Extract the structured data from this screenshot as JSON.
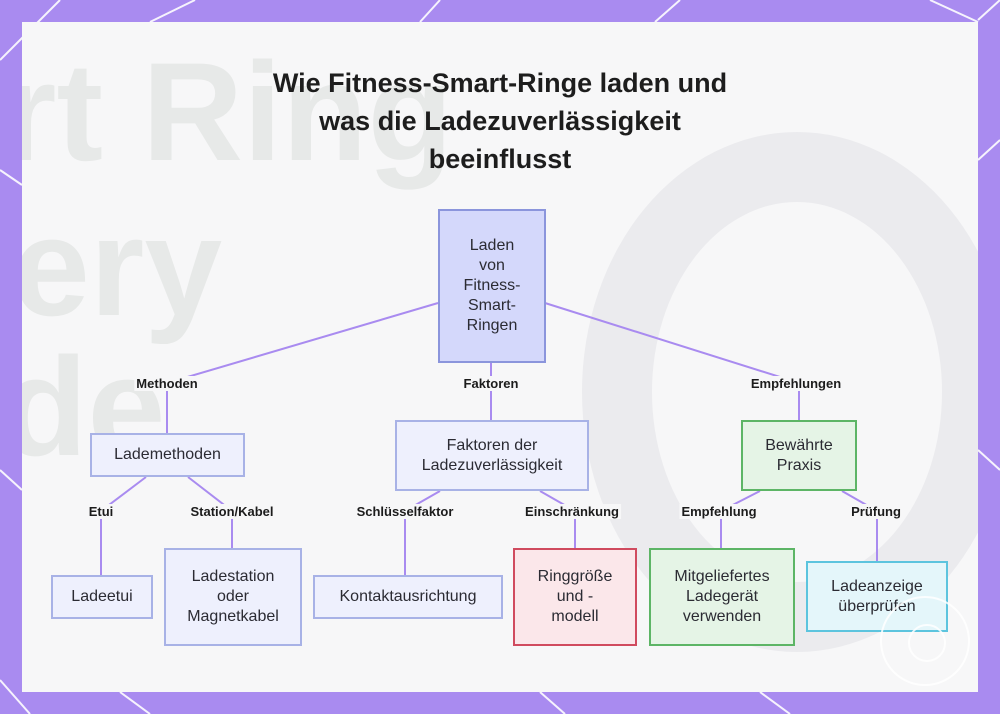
{
  "title_lines": [
    "Wie Fitness-Smart-Ringe laden und",
    "was die Ladezuverlässigkeit",
    "beeinflusst"
  ],
  "background_text_lines": [
    "rt Ring",
    "ery",
    "de"
  ],
  "nodes": {
    "root": [
      "Laden",
      "von",
      "Fitness-",
      "Smart-",
      "Ringen"
    ],
    "lademethoden": [
      "Lademethoden"
    ],
    "faktoren": [
      "Faktoren der",
      "Ladezuverlässigkeit"
    ],
    "praxis": [
      "Bewährte",
      "Praxis"
    ],
    "ladeetui": [
      "Ladeetui"
    ],
    "ladestation": [
      "Ladestation",
      "oder",
      "Magnetkabel"
    ],
    "kontakt": [
      "Kontaktausrichtung"
    ],
    "ringgroesse": [
      "Ringgröße",
      "und -",
      "modell"
    ],
    "ladegeraet": [
      "Mitgeliefertes",
      "Ladegerät",
      "verwenden"
    ],
    "ladeanzeige": [
      "Ladeanzeige",
      "überprüfen"
    ]
  },
  "edge_labels": {
    "methoden": "Methoden",
    "faktoren": "Faktoren",
    "empfehlungen": "Empfehlungen",
    "etui": "Etui",
    "station": "Station/Kabel",
    "schluessel": "Schlüsselfaktor",
    "einschraenkung": "Einschränkung",
    "empfehlung": "Empfehlung",
    "pruefung": "Prüfung"
  },
  "colors": {
    "frame": "#a98bf0",
    "edge": "#a98bf0",
    "root_fill": "#d4d8fb",
    "praxis_border": "#5db566",
    "ringgroesse_border": "#d04b5f",
    "ladeanzeige_border": "#5cc4de"
  }
}
